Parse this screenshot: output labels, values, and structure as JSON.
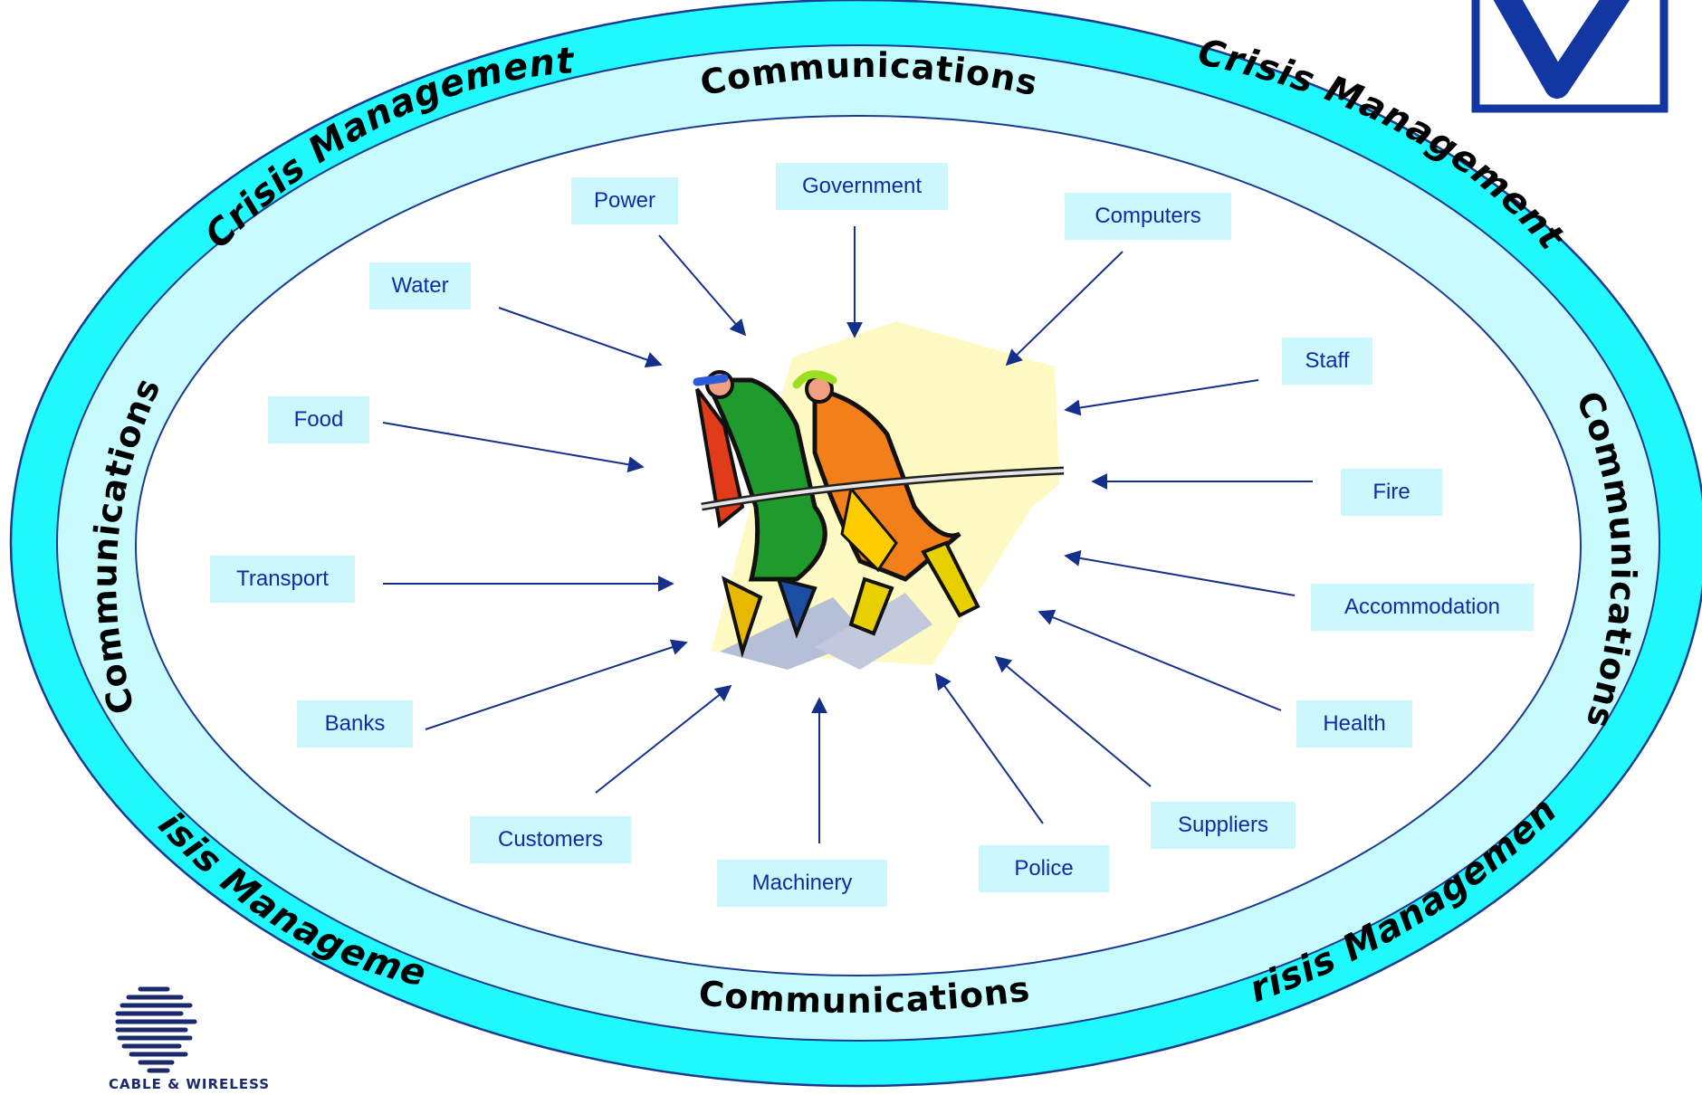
{
  "ring": {
    "top_left": "Crisis Management",
    "top": "Communications",
    "top_right": "Crisis Management",
    "left": "Communications",
    "right": "Communications",
    "bottom_left": "Crisis Management",
    "bottom": "Communications",
    "bottom_right": "Crisis Management"
  },
  "factors": {
    "power": "Power",
    "government": "Government",
    "computers": "Computers",
    "water": "Water",
    "staff": "Staff",
    "food": "Food",
    "fire": "Fire",
    "transport": "Transport",
    "accommodation": "Accommodation",
    "banks": "Banks",
    "health": "Health",
    "customers": "Customers",
    "suppliers": "Suppliers",
    "machinery": "Machinery",
    "police": "Police"
  },
  "logo": {
    "text": "CABLE & WIRELESS"
  },
  "colors": {
    "ring_outer": "#1ff8fc",
    "ring_inner": "#c8fbfd",
    "ring_stroke": "#1a3b8f",
    "box_fill": "#ccf7fc",
    "box_text": "#0b2ea8",
    "arrow": "#14308a",
    "checkbox": "#1237a3"
  },
  "icons": {
    "center": "tug-of-war-people-clipart",
    "corner": "checkmark-box-icon",
    "logo": "cable-wireless-globe-logo"
  }
}
